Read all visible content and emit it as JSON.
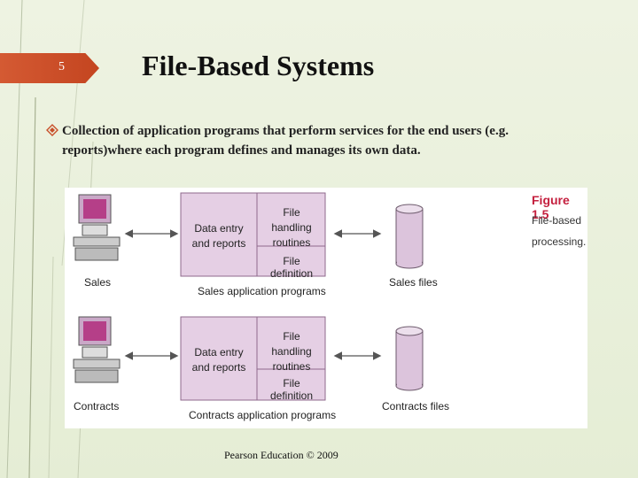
{
  "slide": {
    "number": "5",
    "title": "File-Based Systems",
    "bullet": "Collection of application programs that perform services for the end users (e.g. reports)where each program defines and manages its own data.",
    "footer": "Pearson Education © 2009"
  },
  "figure": {
    "caption_title": "Figure 1.5",
    "caption_line1": "File-based",
    "caption_line2": "processing.",
    "rows": [
      {
        "user": "Sales",
        "box_left": "Data entry and reports",
        "box_right_top": "File handling routines",
        "box_right_bottom": "File definition",
        "programs_label": "Sales application programs",
        "files_label": "Sales files"
      },
      {
        "user": "Contracts",
        "box_left": "Data entry and reports",
        "box_right_top": "File handling routines",
        "box_right_bottom": "File definition",
        "programs_label": "Contracts application programs",
        "files_label": "Contracts files"
      }
    ],
    "colors": {
      "box_fill": "#e5cfe4",
      "box_border": "#8f6a8c",
      "caption": "#c41f3e",
      "cylinder": "#dcc4dc"
    }
  }
}
